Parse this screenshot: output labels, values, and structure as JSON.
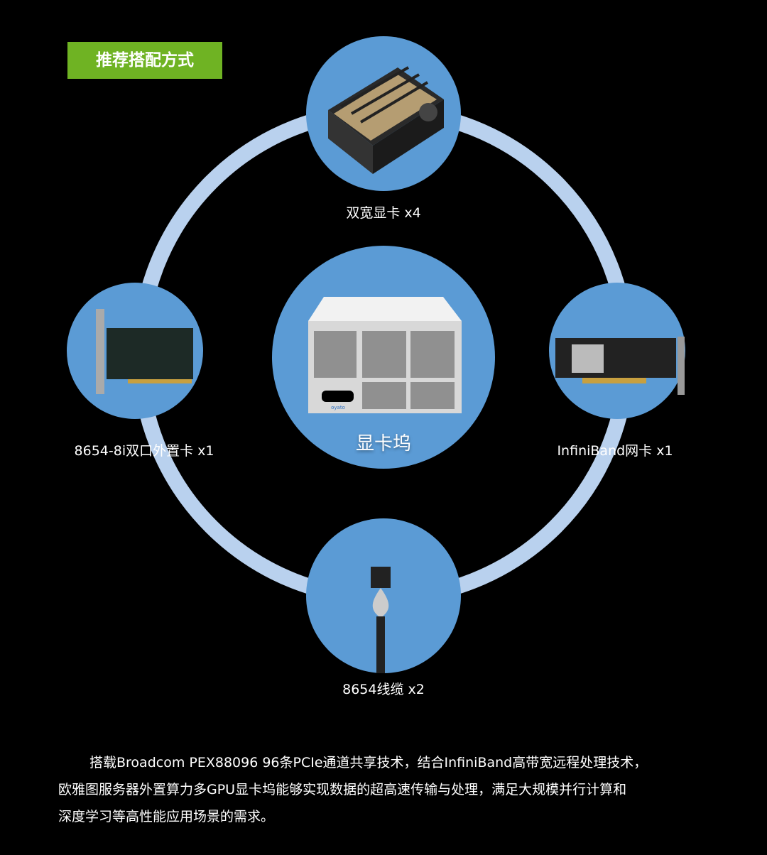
{
  "badge": "推荐搭配方式",
  "center": {
    "label": "显卡坞",
    "brand": "oyato"
  },
  "nodes": {
    "top": "双宽显卡 x4",
    "left": "8654-8i双口外置卡 x1",
    "right": "InfiniBand网卡 x1",
    "bottom": "8654线缆 x2"
  },
  "description": [
    "搭载Broadcom PEX88096 96条PCIe通道共享技术，结合InfiniBand高带宽远程处理技术，",
    "欧雅图服务器外置算力多GPU显卡坞能够实现数据的超高速传输与处理，满足大规模并行计算和",
    "深度学习等高性能应用场景的需求。"
  ],
  "colors": {
    "badge": "#6fb323",
    "circle": "#5b9bd5",
    "ring": "#b9d1ee",
    "background": "#000000"
  }
}
